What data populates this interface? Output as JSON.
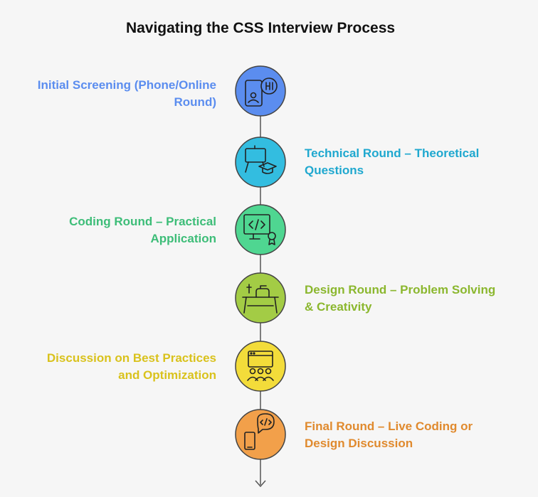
{
  "title": "Navigating the CSS Interview Process",
  "steps": [
    {
      "label_line1": "Initial Screening (Phone/Online",
      "label_line2": "Round)",
      "color": "#5b8def",
      "fill": "#5b8def",
      "icon": "phone-greeting-icon",
      "side": "left"
    },
    {
      "label_line1": "Technical Round – Theoretical",
      "label_line2": "Questions",
      "color": "#1fa8cf",
      "fill": "#33bde0",
      "icon": "lecture-graduation-icon",
      "side": "right"
    },
    {
      "label_line1": "Coding Round – Practical",
      "label_line2": "Application",
      "color": "#3dbd78",
      "fill": "#4fd691",
      "icon": "code-monitor-certificate-icon",
      "side": "left"
    },
    {
      "label_line1": "Design Round – Problem Solving",
      "label_line2": "& Creativity",
      "color": "#8bb72e",
      "fill": "#a3cc45",
      "icon": "design-desk-icon",
      "side": "right"
    },
    {
      "label_line1": "Discussion on Best Practices",
      "label_line2": "and Optimization",
      "color": "#d9c21c",
      "fill": "#f3dc3a",
      "icon": "team-presentation-icon",
      "side": "left"
    },
    {
      "label_line1": "Final Round – Live Coding or",
      "label_line2": "Design Discussion",
      "color": "#e08a2e",
      "fill": "#f2a04a",
      "icon": "live-coding-chat-icon",
      "side": "right"
    }
  ]
}
